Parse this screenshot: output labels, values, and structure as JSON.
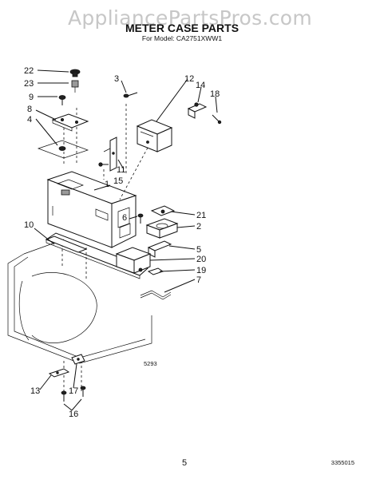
{
  "watermark": "AppliancePartsPros.com",
  "title": "METER CASE PARTS",
  "subtitle": "For Model: CA2751XWW1",
  "callouts": {
    "c1": "1",
    "c2": "2",
    "c3": "3",
    "c4": "4",
    "c5": "5",
    "c6": "6",
    "c7": "7",
    "c8": "8",
    "c9": "9",
    "c10": "10",
    "c11": "11",
    "c12": "12",
    "c13": "13",
    "c14": "14",
    "c15": "15",
    "c16": "16",
    "c17": "17",
    "c18": "18",
    "c19": "19",
    "c20": "20",
    "c21": "21",
    "c22": "22",
    "c23": "23"
  },
  "figure_code": "5293",
  "page_number": "5",
  "doc_number": "3355015"
}
